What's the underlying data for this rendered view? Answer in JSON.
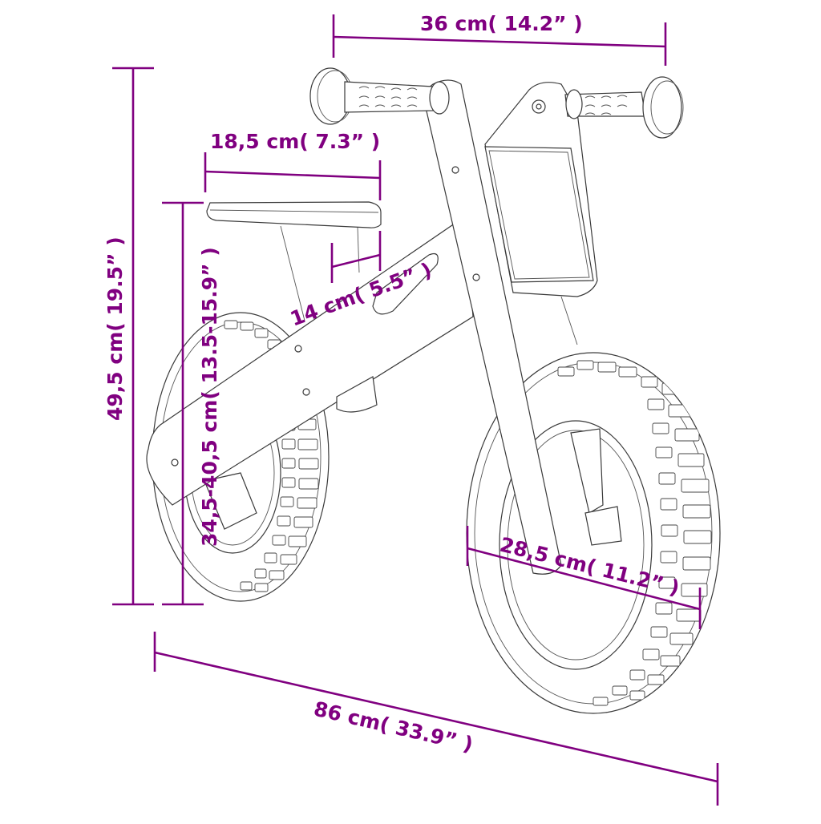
{
  "figure": {
    "subject": "Balance bike dimension drawing",
    "annotation_color": "#800080",
    "line_color": "#3a3a3a"
  },
  "dimensions": {
    "handlebar_width": {
      "label": "36 cm( 14.2”  )",
      "metric_cm": 36,
      "imperial_in": 14.2
    },
    "seat_length": {
      "label": "18,5 cm( 7.3”  )",
      "metric_cm": 18.5,
      "imperial_in": 7.3
    },
    "overall_height": {
      "label": "49,5 cm( 19.5”  )",
      "metric_cm": 49.5,
      "imperial_in": 19.5
    },
    "seat_height": {
      "label": "34,5-40,5 cm( 13.5-15.9”  )",
      "metric_cm": "34.5-40.5",
      "imperial_in": "13.5-15.9"
    },
    "seat_post": {
      "label": "14 cm( 5.5”  )",
      "metric_cm": 14,
      "imperial_in": 5.5
    },
    "wheel_diameter": {
      "label": "28,5 cm( 11.2”  )",
      "metric_cm": 28.5,
      "imperial_in": 11.2
    },
    "overall_length": {
      "label": "86 cm( 33.9”  )",
      "metric_cm": 86,
      "imperial_in": 33.9
    }
  }
}
